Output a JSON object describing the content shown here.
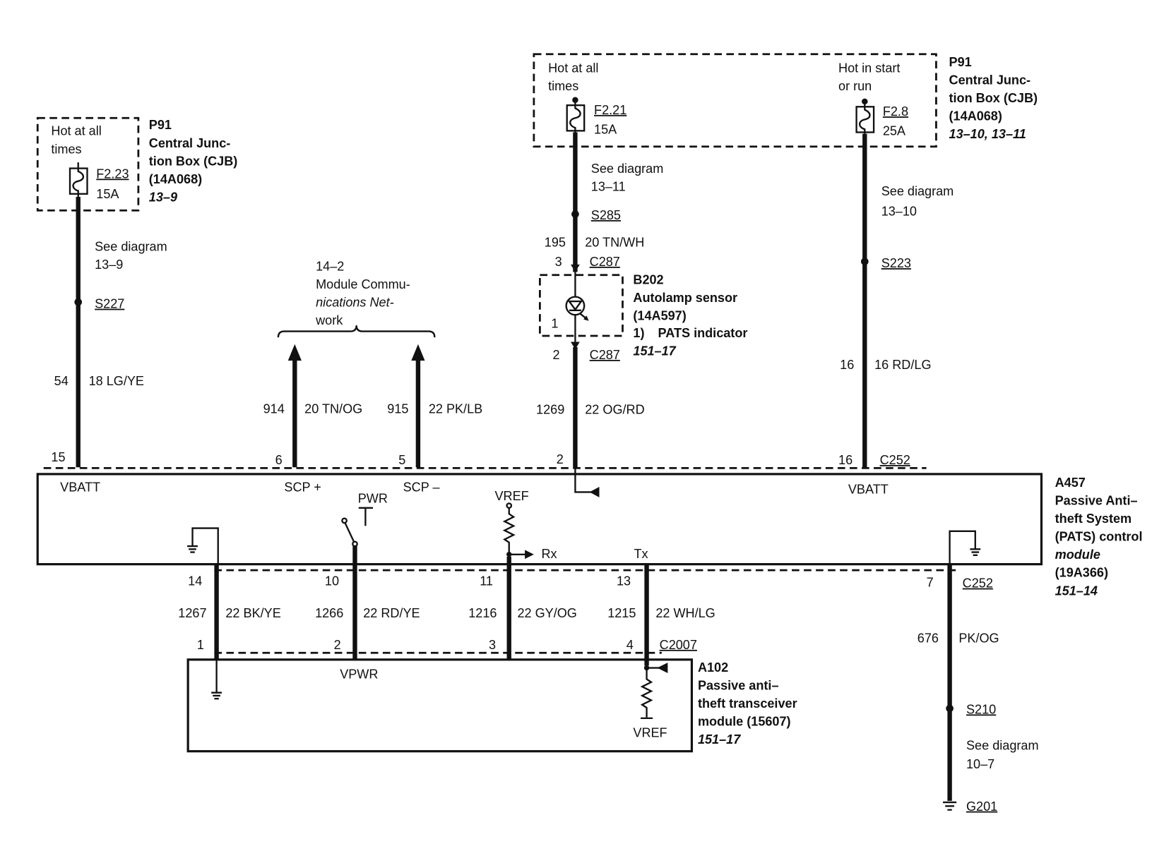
{
  "cjb_left": {
    "hot_line1": "Hot at all",
    "hot_line2": "times",
    "fuse_id": "F2.23",
    "fuse_rating": "15A",
    "ref": "P91",
    "name_line1": "Central Junc-",
    "name_line2": "tion Box (CJB)",
    "part_no": "(14A068)",
    "page_ref": "13–9"
  },
  "wire_vbatt_left": {
    "see_line1": "See diagram",
    "see_line2": "13–9",
    "splice": "S227",
    "circuit": "54",
    "gauge_color": "18 LG/YE",
    "pin": "15"
  },
  "scn": {
    "ref": "14–2",
    "line1": "Module Commu-",
    "line2": "nications Net-",
    "line3": "work"
  },
  "wire_scp_plus": {
    "circuit": "914",
    "gauge_color": "20 TN/OG",
    "pin": "6"
  },
  "wire_scp_minus": {
    "circuit": "915",
    "gauge_color": "22 PK/LB",
    "pin": "5"
  },
  "cjb_right": {
    "hot_a_line1": "Hot at all",
    "hot_a_line2": "times",
    "fuse_a_id": "F2.21",
    "fuse_a_rating": "15A",
    "hot_b_line1": "Hot in start",
    "hot_b_line2": "or run",
    "fuse_b_id": "F2.8",
    "fuse_b_rating": "25A",
    "ref": "P91",
    "name_line1": "Central Junc-",
    "name_line2": "tion Box (CJB)",
    "part_no": "(14A068)",
    "page_ref": "13–10, 13–11"
  },
  "wire_autolamp": {
    "see_line1": "See diagram",
    "see_line2": "13–11",
    "splice": "S285",
    "circuit_in": "195",
    "gauge_color_in": "20 TN/WH",
    "pin_in": "3",
    "connector_in": "C287",
    "pin_sensor": "1",
    "pin_out": "2",
    "connector_out": "C287",
    "circuit_out": "1269",
    "gauge_color_out": "22 OG/RD",
    "pin_module": "2"
  },
  "b202": {
    "ref": "B202",
    "name": "Autolamp sensor",
    "part_no": "(14A597)",
    "note_num": "1)",
    "note": "PATS indicator",
    "page_ref": "151–17"
  },
  "wire_vbatt_right": {
    "see_line1": "See diagram",
    "see_line2": "13–10",
    "splice": "S223",
    "circuit": "16",
    "gauge_color": "16 RD/LG",
    "pin": "16",
    "connector": "C252"
  },
  "pats_module": {
    "vbatt_left": "VBATT",
    "scp_plus": "SCP +",
    "scp_minus": "SCP –",
    "pwr": "PWR",
    "vref": "VREF",
    "rx": "Rx",
    "tx": "Tx",
    "vbatt_right": "VBATT",
    "ref": "A457",
    "name_line1": "Passive Anti–",
    "name_line2": "theft System",
    "name_line3": "(PATS) control",
    "name_line4": "module",
    "part_no": "(19A366)",
    "page_ref": "151–14"
  },
  "lower_wires": [
    {
      "module_pin": "14",
      "circuit": "1267",
      "gauge_color": "22 BK/YE",
      "transceiver_pin": "1"
    },
    {
      "module_pin": "10",
      "circuit": "1266",
      "gauge_color": "22 RD/YE",
      "transceiver_pin": "2"
    },
    {
      "module_pin": "11",
      "circuit": "1216",
      "gauge_color": "22 GY/OG",
      "transceiver_pin": "3"
    },
    {
      "module_pin": "13",
      "circuit": "1215",
      "gauge_color": "22 WH/LG",
      "transceiver_pin": "4"
    }
  ],
  "connector_lower": "C2007",
  "ground_wire": {
    "pin": "7",
    "connector": "C252",
    "circuit": "676",
    "color": "PK/OG",
    "splice": "S210",
    "see_line1": "See diagram",
    "see_line2": "10–7",
    "ground": "G201"
  },
  "transceiver": {
    "vpwr": "VPWR",
    "vref": "VREF",
    "ref": "A102",
    "name_line1": "Passive anti–",
    "name_line2": "theft transceiver",
    "name_line3": "module (15607)",
    "page_ref": "151–17"
  }
}
